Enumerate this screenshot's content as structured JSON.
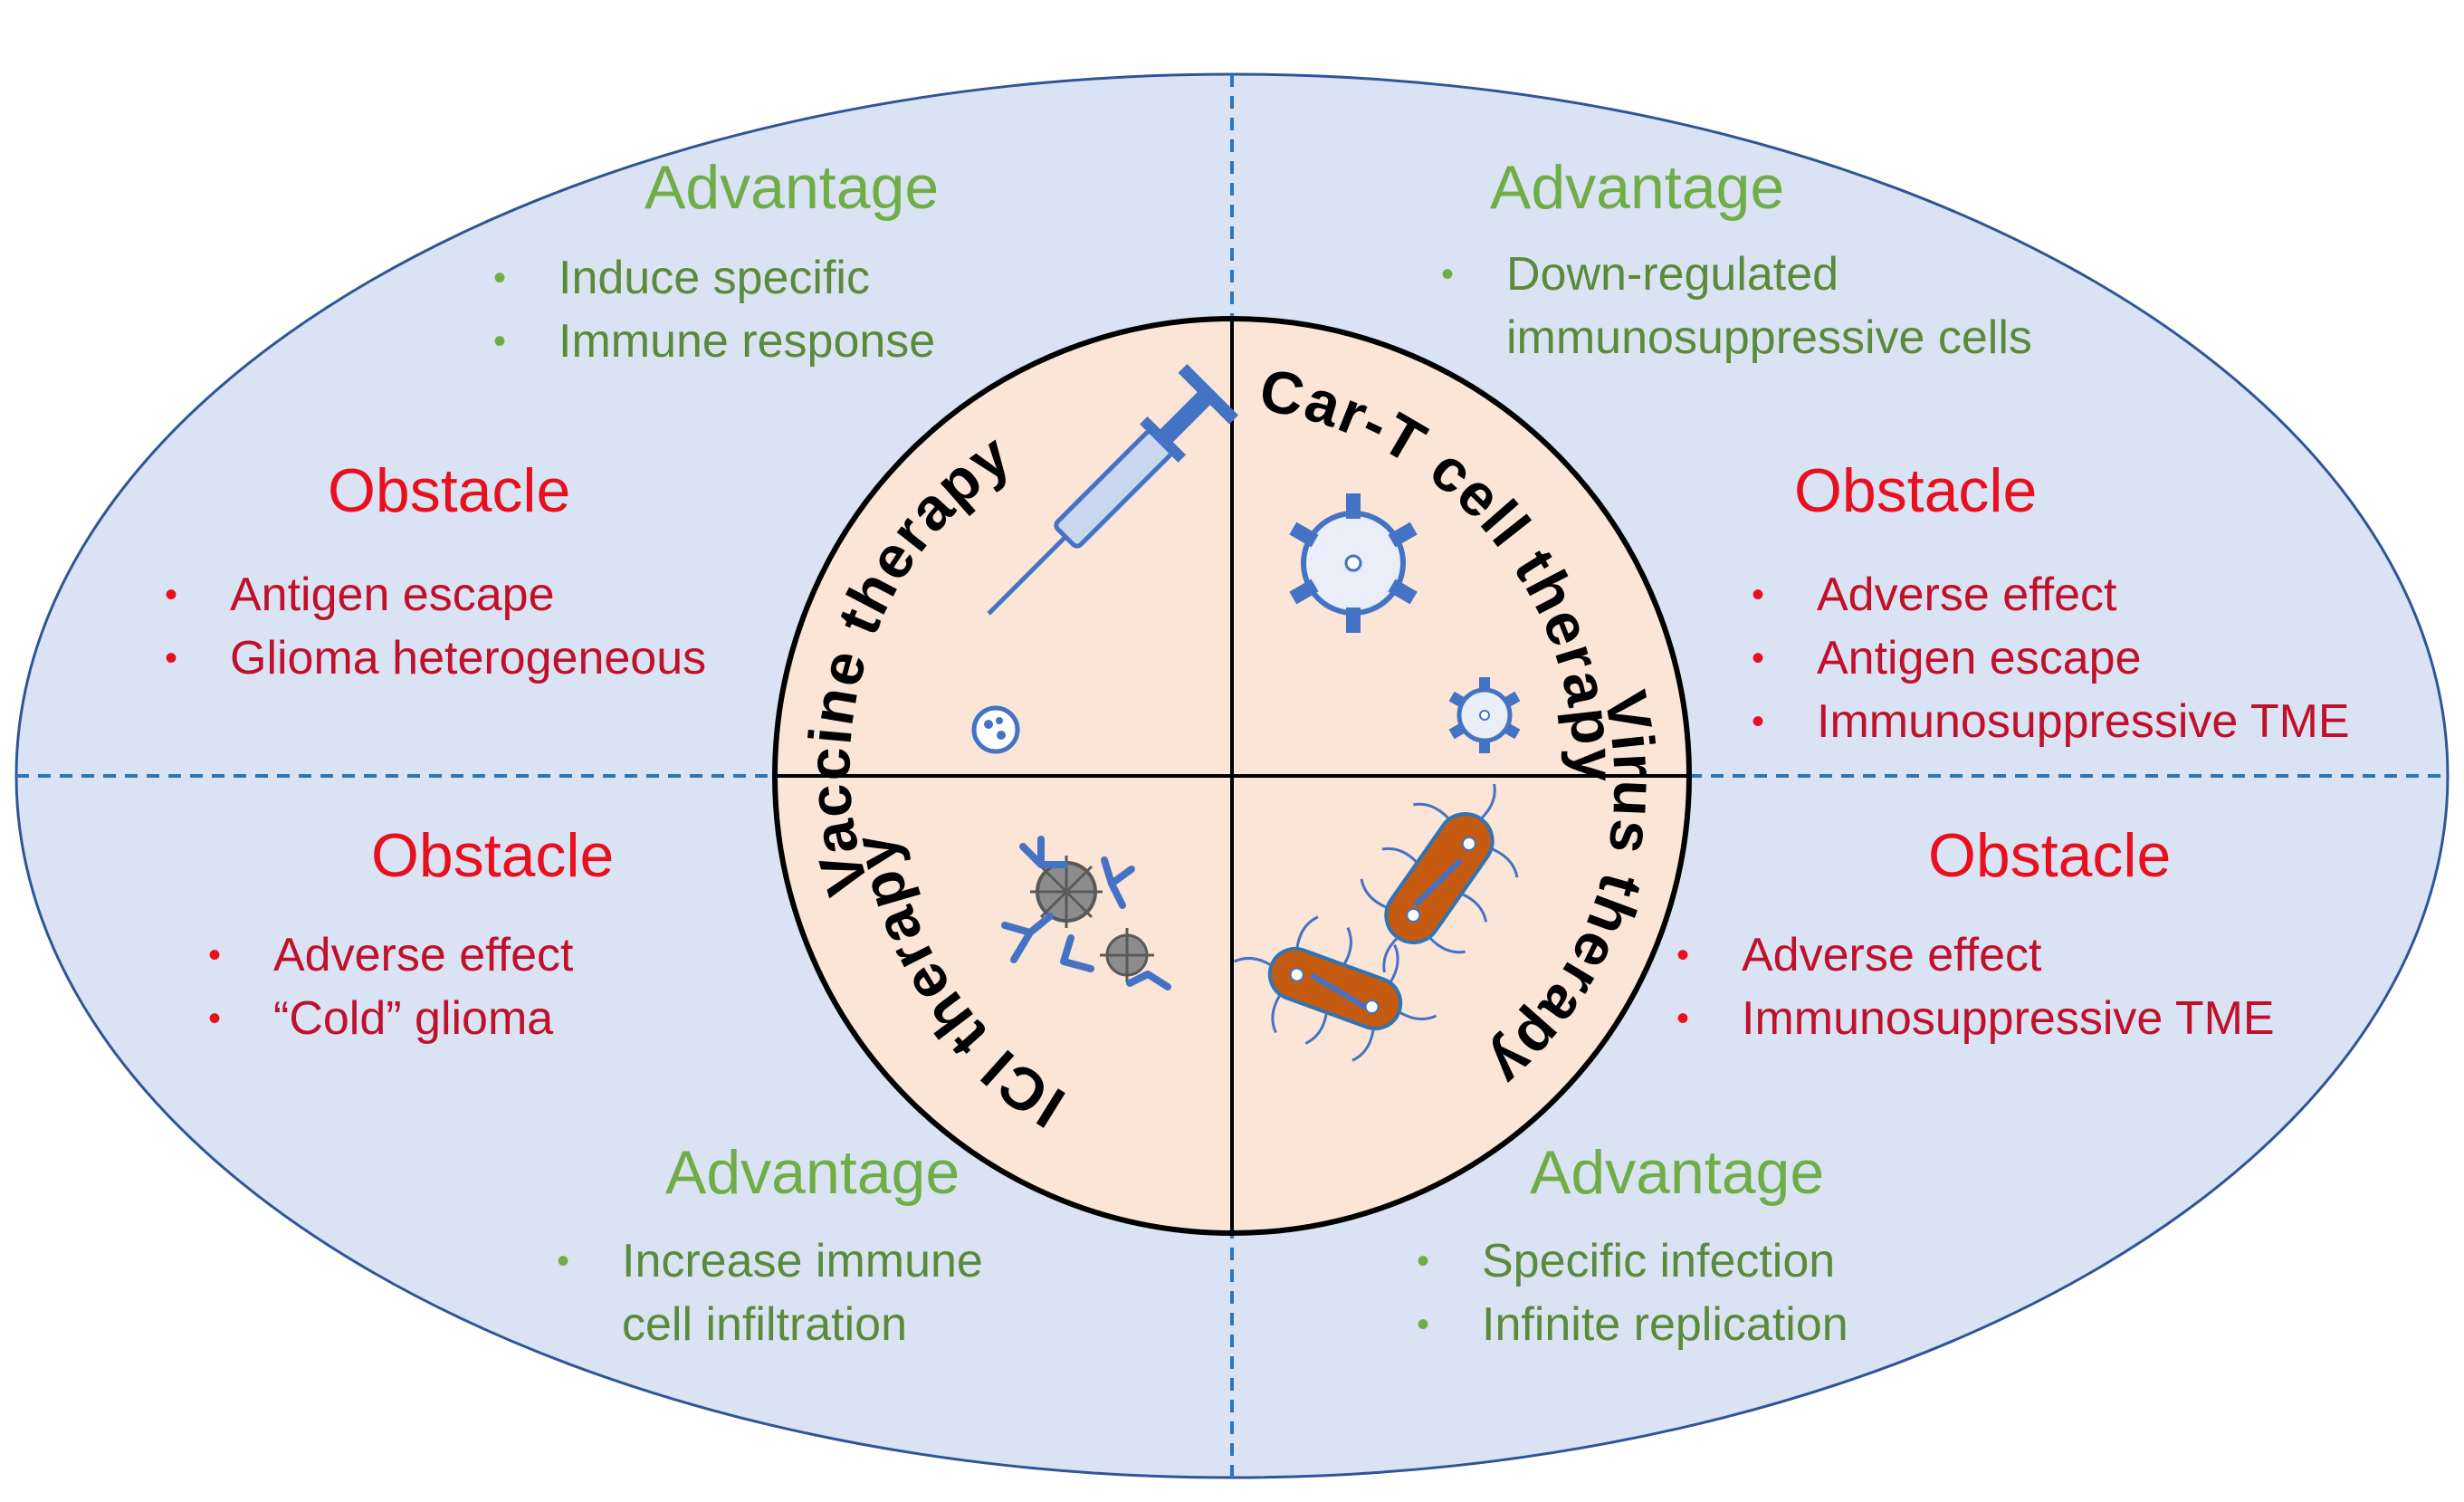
{
  "colors": {
    "ellipse_fill": "#dae3f3",
    "ellipse_stroke": "#2f5597",
    "dashed_lines": "#2e75b6",
    "circle_fill": "#fbe5d6",
    "advantage": "#70ad47",
    "obstacle": "#e8101f"
  },
  "center": {
    "top_left": "Vaccine therapy",
    "top_right": "Car-T cell therapy",
    "bottom_left": "ICI therapy",
    "bottom_right": "Virus therapy"
  },
  "quadrants": {
    "top_left": {
      "advantage_title": "Advantage",
      "advantage_items": [
        "Induce specific",
        "Immune response"
      ],
      "obstacle_title": "Obstacle",
      "obstacle_items": [
        "Antigen escape",
        "Glioma heterogeneous"
      ]
    },
    "top_right": {
      "advantage_title": "Advantage",
      "advantage_items": [
        "Down-regulated",
        "immunosuppressive cells"
      ],
      "obstacle_title": "Obstacle",
      "obstacle_items": [
        "Adverse effect",
        "Antigen escape",
        "Immunosuppressive TME"
      ]
    },
    "bottom_left": {
      "obstacle_title": "Obstacle",
      "obstacle_items": [
        "Adverse effect",
        "“Cold” glioma"
      ],
      "advantage_title": "Advantage",
      "advantage_items": [
        "Increase immune",
        "cell infiltration"
      ]
    },
    "bottom_right": {
      "obstacle_title": "Obstacle",
      "obstacle_items": [
        "Adverse effect",
        "Immunosuppressive TME"
      ],
      "advantage_title": "Advantage",
      "advantage_items": [
        "Specific infection",
        "Infinite replication"
      ]
    }
  },
  "icons": [
    "syringe-icon",
    "car-t-cell-icon",
    "antibody-virus-icon",
    "bacteria-virus-icon"
  ]
}
